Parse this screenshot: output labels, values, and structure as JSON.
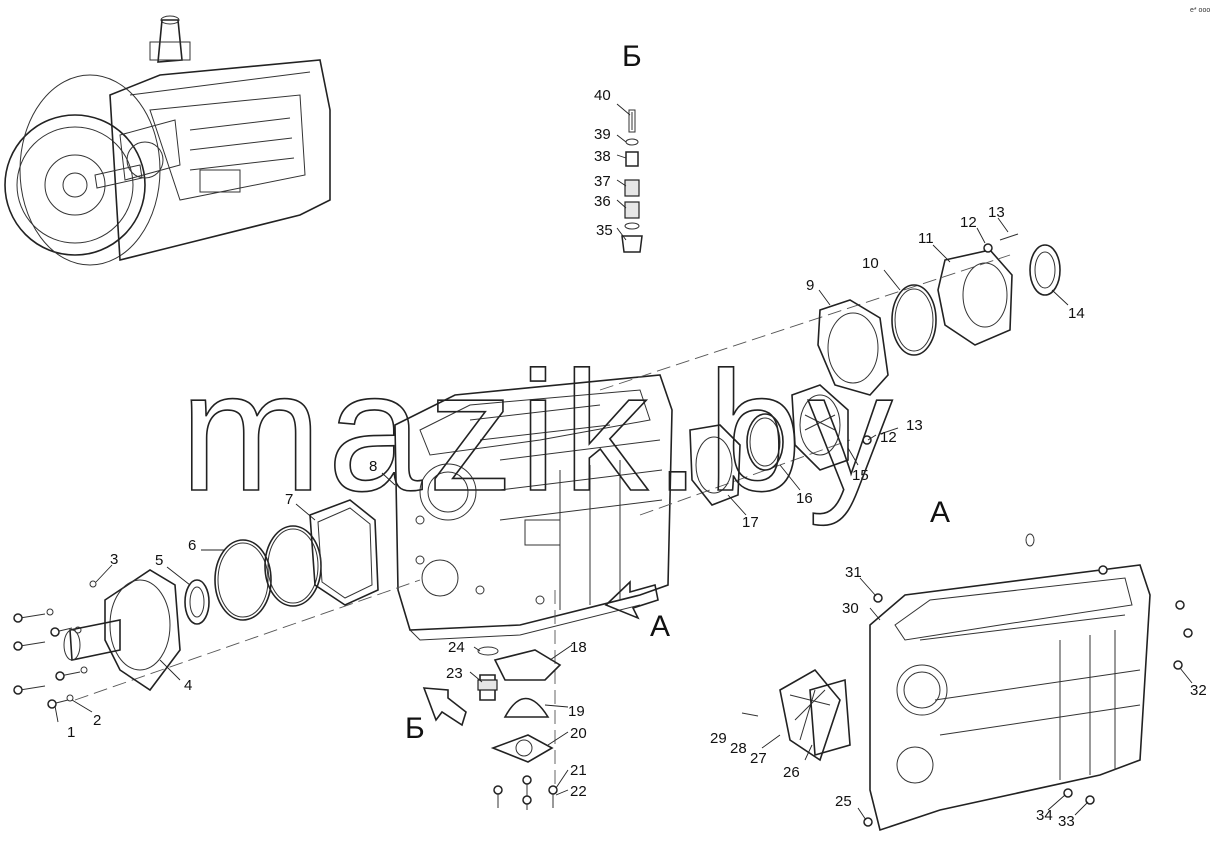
{
  "watermark": "mazik.by",
  "corner_mark": "е* ооо",
  "view_labels": {
    "b_detail": "Б",
    "a_view": "А"
  },
  "arrows": {
    "a_arrow_label": "А",
    "b_arrow_label": "Б"
  },
  "callouts": [
    "1",
    "2",
    "3",
    "4",
    "5",
    "6",
    "7",
    "8",
    "9",
    "10",
    "11",
    "12",
    "13",
    "14",
    "15",
    "16",
    "17",
    "18",
    "19",
    "20",
    "21",
    "22",
    "23",
    "24",
    "25",
    "26",
    "27",
    "28",
    "29",
    "30",
    "31",
    "32",
    "33",
    "34",
    "35",
    "36",
    "37",
    "38",
    "39",
    "40",
    "12",
    "13"
  ]
}
